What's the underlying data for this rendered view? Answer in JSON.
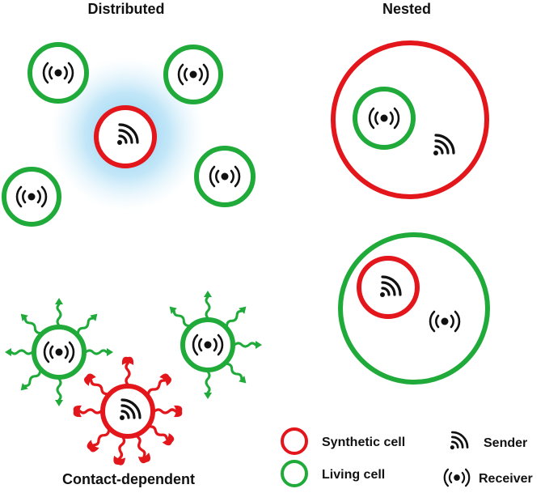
{
  "labels": {
    "distributed": "Distributed",
    "nested": "Nested",
    "contact_dependent": "Contact-dependent"
  },
  "legend": {
    "synthetic_cell": "Synthetic cell",
    "living_cell": "Living cell",
    "sender": "Sender",
    "receiver": "Receiver"
  },
  "colors": {
    "synthetic": "#e3161b",
    "living": "#1faa3a",
    "signal_glow": "#7cc8f0",
    "icon": "#111111"
  },
  "icons": {
    "sender": "wifi-signal-icon",
    "receiver": "broadcast-receiver-icon"
  }
}
